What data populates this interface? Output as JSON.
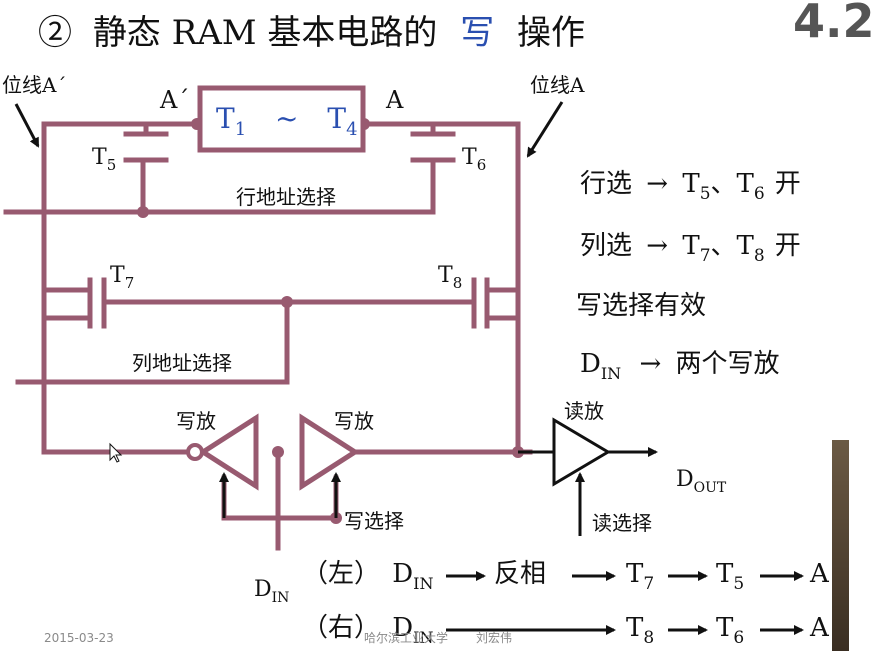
{
  "title": {
    "number": "②",
    "text_pre": "静态 RAM 基本电路的",
    "highlight": "写",
    "text_post": "操作",
    "highlight_color": "#2a4fb0"
  },
  "corner_section": "4.2",
  "circuit": {
    "bitline_left": "位线A´",
    "bitline_right": "位线A",
    "node_a_prime": "A´",
    "node_a": "A",
    "cell": {
      "t1": "T",
      "t1_sub": "1",
      "tilde": "~",
      "t4": "T",
      "t4_sub": "4",
      "color": "#2a4fb0"
    },
    "t5": {
      "base": "T",
      "sub": "5"
    },
    "t6": {
      "base": "T",
      "sub": "6"
    },
    "t7": {
      "base": "T",
      "sub": "7"
    },
    "t8": {
      "base": "T",
      "sub": "8"
    },
    "row_select": "行地址选择",
    "col_select": "列地址选择",
    "write_amp_left": "写放",
    "write_amp_right": "写放",
    "read_amp": "读放",
    "write_select": "写选择",
    "read_select": "读选择",
    "din": {
      "base": "D",
      "sub": "IN"
    },
    "dout": {
      "base": "D",
      "sub": "OUT"
    },
    "wire_color": "#985a70"
  },
  "notes": [
    {
      "label": "行选",
      "arrow": "→",
      "t_a": "T",
      "t_a_sub": "5",
      "sep": "、",
      "t_b": "T",
      "t_b_sub": "6",
      "state": "开"
    },
    {
      "label": "列选",
      "arrow": "→",
      "t_a": "T",
      "t_a_sub": "7",
      "sep": "、",
      "t_b": "T",
      "t_b_sub": "8",
      "state": "开"
    }
  ],
  "note_write_valid": "写选择有效",
  "note_din": {
    "base": "D",
    "sub": "IN",
    "arrow": "→",
    "text": "两个写放"
  },
  "path_left": {
    "side": "（左）",
    "din_base": "D",
    "din_sub": "IN",
    "invert": "反相",
    "t_a": "T",
    "t_a_sub": "7",
    "t_b": "T",
    "t_b_sub": "5",
    "end": "A"
  },
  "path_right": {
    "side": "（右）",
    "din_base": "D",
    "din_sub": "IN",
    "t_a": "T",
    "t_a_sub": "8",
    "t_b": "T",
    "t_b_sub": "6",
    "end": "A"
  },
  "footer": {
    "date": "2015-03-23",
    "school": "哈尔滨工业大学",
    "author": "刘宏伟"
  }
}
